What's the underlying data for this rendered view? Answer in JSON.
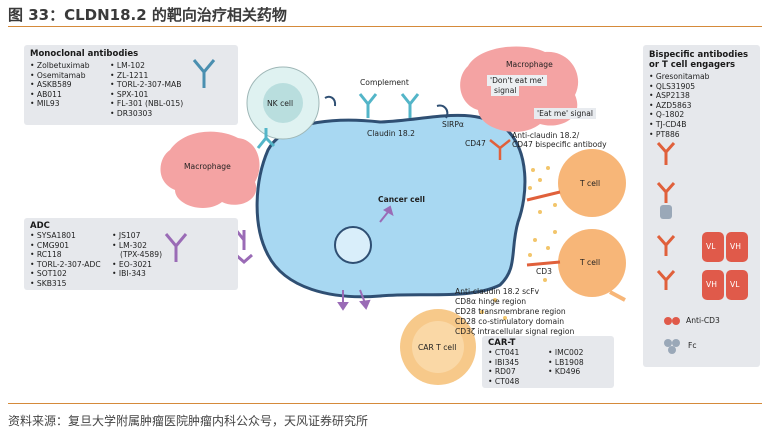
{
  "header": {
    "title": "图 33：CLDN18.2 的靶向治疗相关药物"
  },
  "footer": {
    "source": "资料来源：复旦大学附属肿瘤医院肿瘤内科公众号，天风证券研究所"
  },
  "colors": {
    "accent": "#d58a3a",
    "cell": "#a8d8f2",
    "tcell": "#f7b678",
    "macrophage": "#f4a3a3",
    "panel": "#e6e8ec"
  },
  "monoclonal": {
    "title": "Monoclonal antibodies",
    "col1": [
      "Zolbetuximab",
      "Osemitamab",
      "ASKB589",
      "AB011",
      "MIL93"
    ],
    "col2": [
      "LM-102",
      "ZL-1211",
      "TORL-2-307-MAB",
      "SPX-101",
      "FL-301 (NBL-015)",
      "DR30303"
    ]
  },
  "adc": {
    "title": "ADC",
    "col1": [
      "SYSA1801",
      "CMG901",
      "RC118",
      "TORL-2-307-ADC",
      "SOT102",
      "SKB315"
    ],
    "col2": [
      "JS107",
      "LM-302",
      "EO-3021",
      "IBI-343"
    ],
    "col2_note": "(TPX-4589)"
  },
  "bispecific": {
    "title_line1": "Bispecific antibodies",
    "title_line2": "or T cell engagers",
    "items": [
      "Gresonitamab",
      "QLS31905",
      "ASP2138",
      "AZD5863",
      "Q-1802",
      "TJ-CD4B",
      "PT886"
    ]
  },
  "cart": {
    "title": "CAR-T",
    "col1": [
      "CT041",
      "IBI345",
      "RD07",
      "CT048"
    ],
    "col2": [
      "IMC002",
      "LB1908",
      "KD496"
    ]
  },
  "labels": {
    "nk_cell": "NK cell",
    "complement": "Complement",
    "claudin": "Claudin 18.2",
    "macrophage_top": "Macrophage",
    "dont_eat": "'Don't eat me'",
    "signal": "signal",
    "eat_me": "'Eat me' signal",
    "sirpa": "SIRPα",
    "cd47": "CD47",
    "bispecific_desc_1": "Anti-claudin 18.2/",
    "bispecific_desc_2": "CD47 bispecific antibody",
    "macrophage_left": "Macrophage",
    "cancer_cell": "Cancer cell",
    "t_cell": "T cell",
    "cd3": "CD3",
    "car_t_cell": "CAR T cell",
    "scfv": "Anti-claudin 18.2 scFv",
    "hinge": "CD8α hinge region",
    "transmembrane": "CD28 transmembrane region",
    "costim": "CD28 co-stimulatory domain",
    "intracellular": "CD3ζ intracellular signal region",
    "vl": "VL",
    "vh": "VH",
    "anti_cd3": "Anti-CD3",
    "fc": "Fc"
  }
}
